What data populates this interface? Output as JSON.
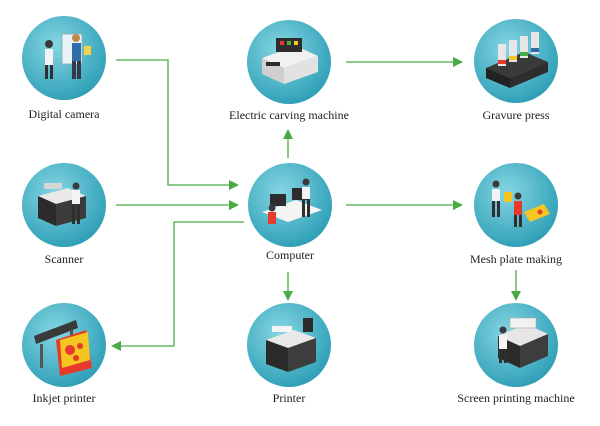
{
  "nodes": [
    {
      "id": "camera",
      "label": "Digital camera",
      "icon": "camera-users-icon"
    },
    {
      "id": "scanner",
      "label": "Scanner",
      "icon": "scanner-icon"
    },
    {
      "id": "inkjet",
      "label": "Inkjet printer",
      "icon": "inkjet-printer-icon"
    },
    {
      "id": "carving",
      "label": "Electric carving machine",
      "icon": "carving-machine-icon"
    },
    {
      "id": "computer",
      "label": "Computer",
      "icon": "computer-workstation-icon"
    },
    {
      "id": "printer",
      "label": "Printer",
      "icon": "printer-icon"
    },
    {
      "id": "gravure",
      "label": "Gravure press",
      "icon": "gravure-press-icon"
    },
    {
      "id": "mesh",
      "label": "Mesh plate making",
      "icon": "mesh-plate-icon"
    },
    {
      "id": "screen",
      "label": "Screen printing machine",
      "icon": "screen-printing-icon"
    }
  ],
  "edges": [
    {
      "from": "camera",
      "to": "computer"
    },
    {
      "from": "scanner",
      "to": "computer"
    },
    {
      "from": "computer",
      "to": "inkjet"
    },
    {
      "from": "computer",
      "to": "carving"
    },
    {
      "from": "computer",
      "to": "printer"
    },
    {
      "from": "computer",
      "to": "mesh"
    },
    {
      "from": "carving",
      "to": "gravure"
    },
    {
      "from": "mesh",
      "to": "screen"
    }
  ],
  "colors": {
    "arrow": "#4aaa46",
    "circle_light": "#6cc9d9",
    "circle_dark": "#2a9bb3",
    "label": "#1e1e1e"
  }
}
